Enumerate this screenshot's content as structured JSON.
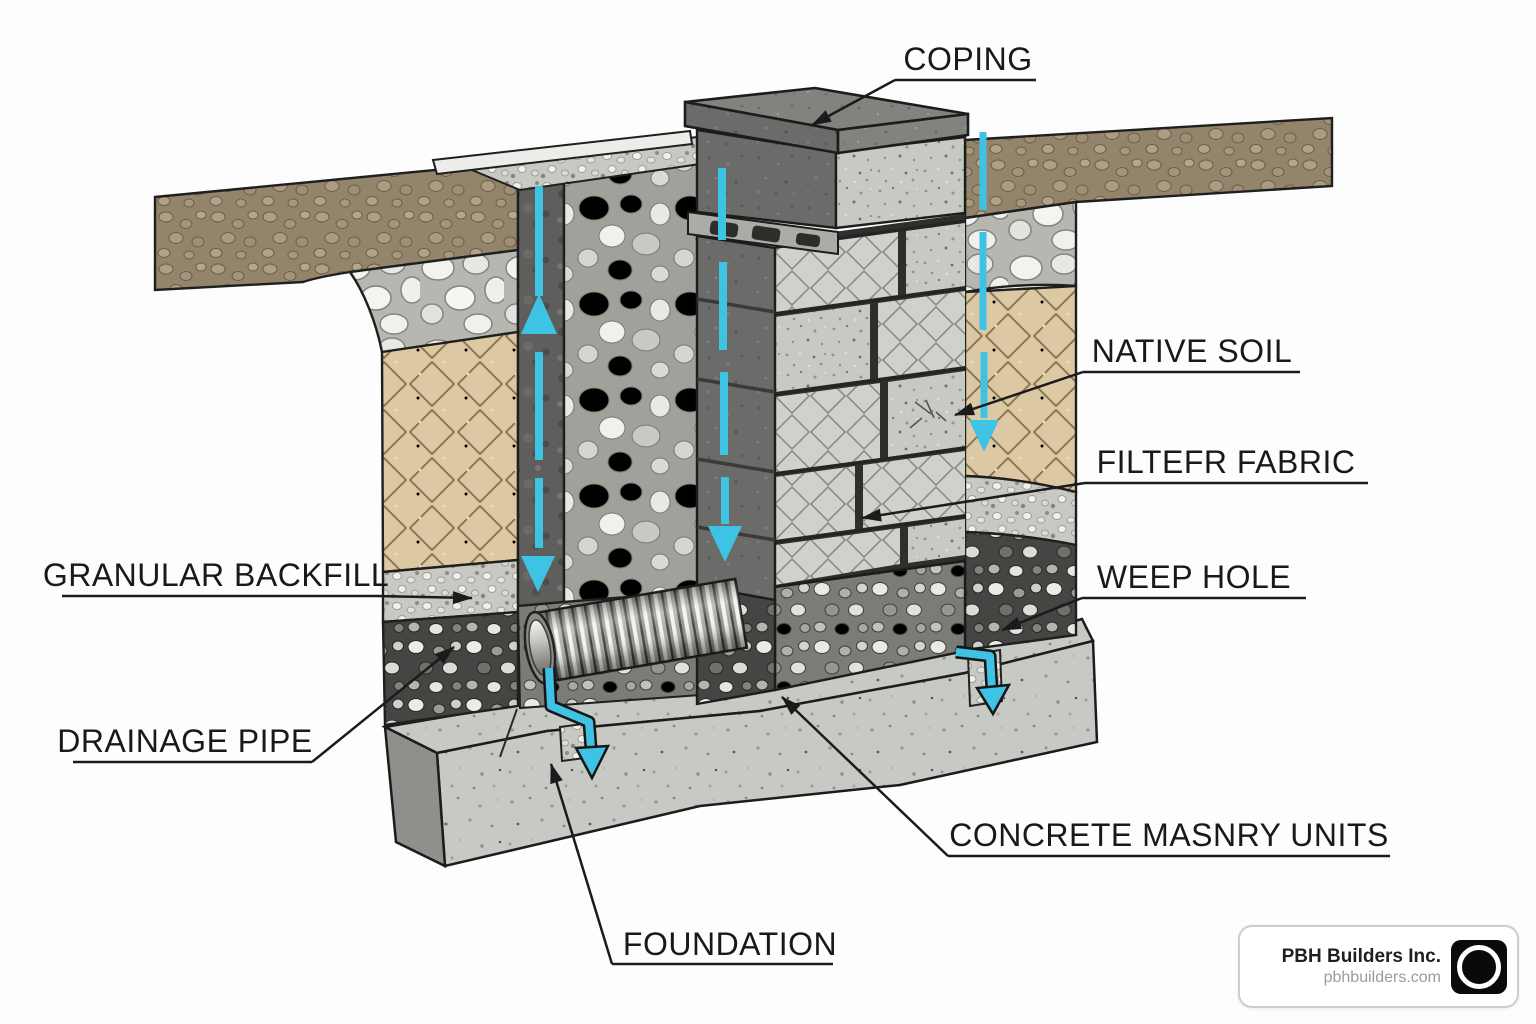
{
  "diagram": {
    "type": "retaining-wall-cross-section",
    "labels": {
      "coping": "COPING",
      "native_soil": "NATIVE SOIL",
      "filter_fabric": "FILTEFR FABRIC",
      "weep_hole": "WEEP HOLE",
      "granular_backfill": "GRANULAR BACKFILL",
      "drainage_pipe": "DRAINAGE PIPE",
      "concrete_masonry_units": "CONCRETE MASNRY UNITS",
      "foundation": "FOUNDATION"
    },
    "colors": {
      "water_arrow": "#3FC3E4",
      "leader_line": "#1B1B1B",
      "label_text": "#191919",
      "topsoil_brown": "#93846C",
      "native_soil_tan": "#DCC8A2",
      "concrete_gray": "#C7C9C4",
      "cmu_dark_face": "#6B6B69"
    },
    "watermark": {
      "company": "PBH Builders Inc.",
      "website": "pbhbuilders.com"
    }
  }
}
